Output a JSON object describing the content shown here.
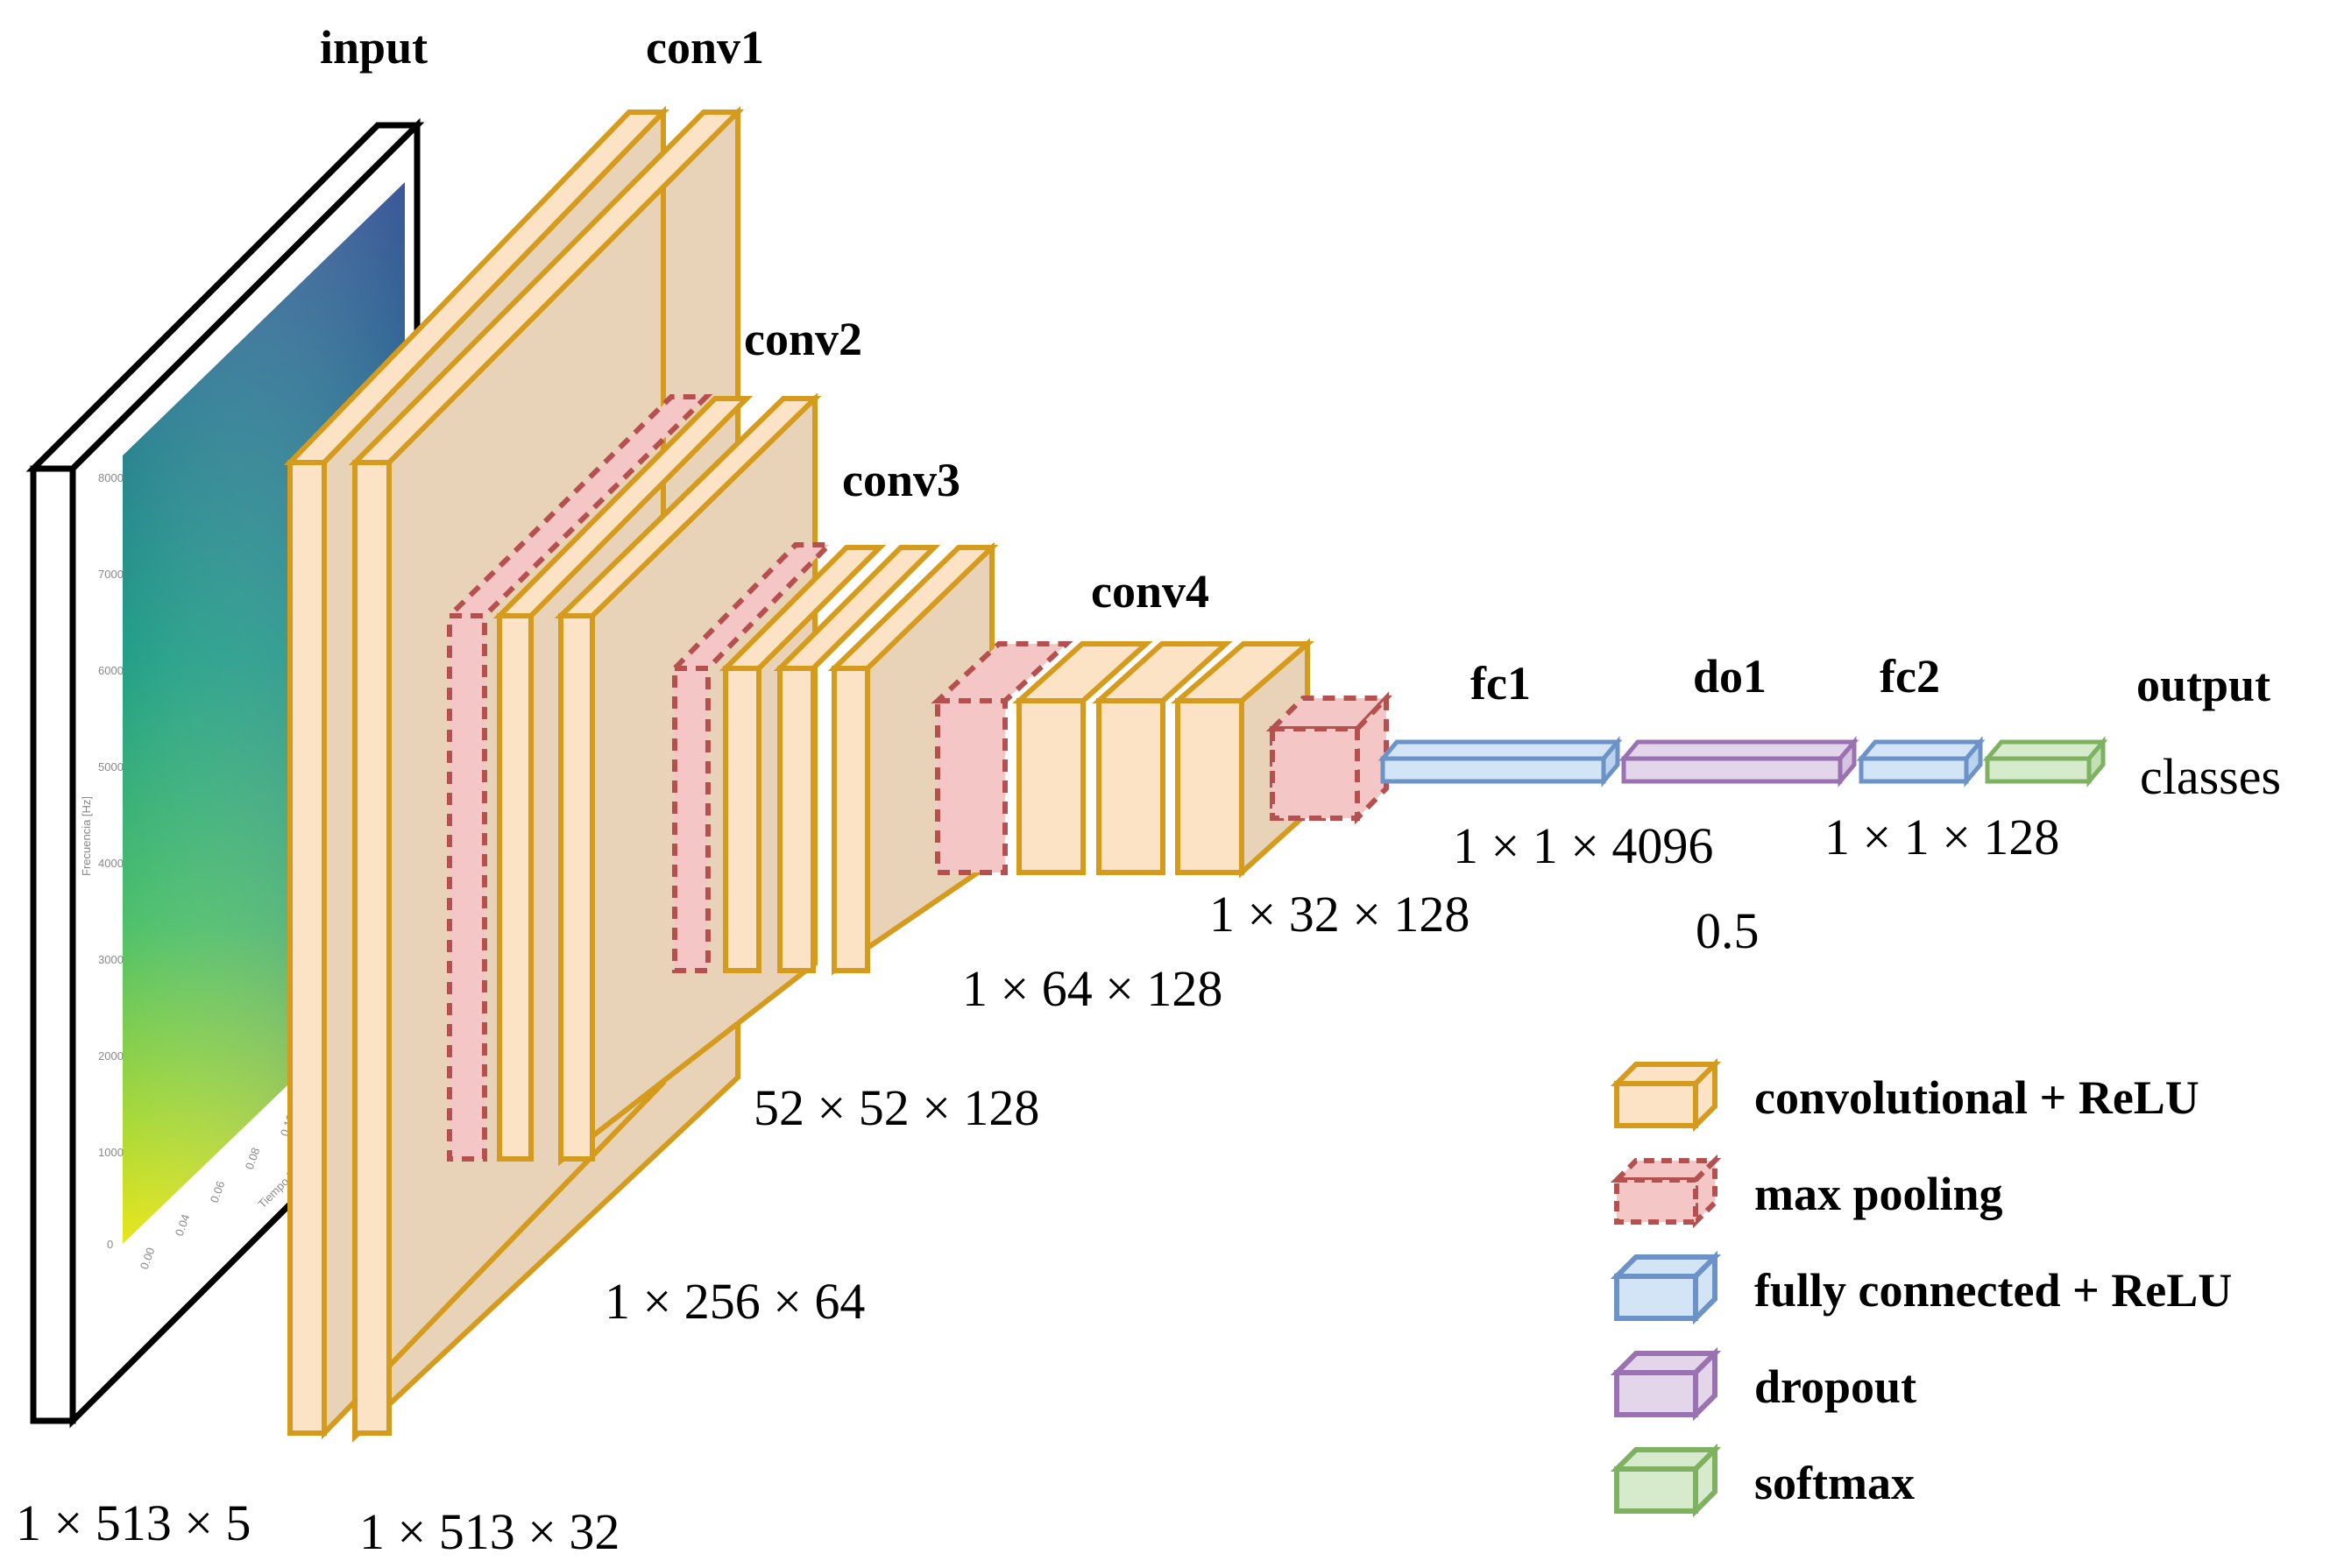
{
  "layers": {
    "input": "input",
    "conv1": "conv1",
    "conv2": "conv2",
    "conv3": "conv3",
    "conv4": "conv4",
    "fc1": "fc1",
    "do1": "do1",
    "fc2": "fc2",
    "output": "output",
    "classes": "classes"
  },
  "dims": {
    "input": "1 × 513 × 5",
    "conv1": "1 × 513 × 32",
    "conv2": "1 × 256 × 64",
    "conv3": "52 × 52 × 128",
    "conv4_a": "1 × 64 × 128",
    "conv4_b": "1 × 32 × 128",
    "fc1": "1 × 1 × 4096",
    "dropout_rate": "0.5",
    "fc2": "1 × 1 × 128"
  },
  "spectrogram": {
    "y_ticks": [
      "8000",
      "7000",
      "6000",
      "5000",
      "4000",
      "3000",
      "2000",
      "1000",
      "0"
    ],
    "x_ticks": [
      "0.00",
      "0.04",
      "0.06",
      "0.08",
      "0.10"
    ],
    "y_label": "Frecuencia [Hz]",
    "x_label": "Tiempo [s]"
  },
  "legend": [
    {
      "label": "convolutional + ReLU",
      "fill": "#fde3c6",
      "stroke": "#d49b1c",
      "dashed": false
    },
    {
      "label": "max pooling",
      "fill": "#f5c6c6",
      "stroke": "#b5504e",
      "dashed": true
    },
    {
      "label": "fully connected + ReLU",
      "fill": "#d3e4f7",
      "stroke": "#6b93c8",
      "dashed": false
    },
    {
      "label": "dropout",
      "fill": "#e3d6ea",
      "stroke": "#9a72b2",
      "dashed": false
    },
    {
      "label": "softmax",
      "fill": "#d5ebcc",
      "stroke": "#7eb160",
      "dashed": false
    }
  ],
  "colors": {
    "conv_front": "#fde3c6",
    "conv_side": "#e8d2b8",
    "conv_stroke": "#d49b1c",
    "pool_fill": "#f5c6c6",
    "pool_stroke": "#b5504e",
    "fc_stroke": "#6b93c8",
    "dropout_stroke": "#9a72b2",
    "softmax_stroke": "#7eb160"
  }
}
